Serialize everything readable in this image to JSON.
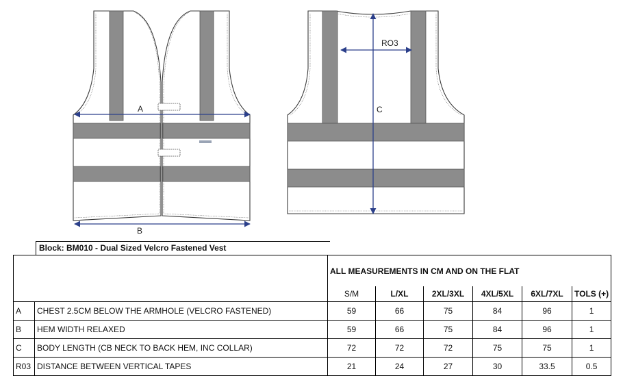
{
  "diagram": {
    "labels": {
      "a": "A",
      "b": "B",
      "c": "C",
      "ro3": "RO3"
    }
  },
  "block_title": "Block: BM010 - Dual Sized Velcro Fastened Vest",
  "table": {
    "header_note": "ALL MEASUREMENTS IN CM AND ON THE FLAT",
    "columns": [
      "S/M",
      "L/XL",
      "2XL/3XL",
      "4XL/5XL",
      "6XL/7XL",
      "TOLS (+)"
    ],
    "rows": [
      {
        "code": "A",
        "desc": "CHEST 2.5CM BELOW THE ARMHOLE (VELCRO FASTENED)",
        "values": [
          "59",
          "66",
          "75",
          "84",
          "96",
          "1"
        ]
      },
      {
        "code": "B",
        "desc": "HEM WIDTH RELAXED",
        "values": [
          "59",
          "66",
          "75",
          "84",
          "96",
          "1"
        ]
      },
      {
        "code": "C",
        "desc": "BODY LENGTH (CB NECK TO BACK HEM, INC COLLAR)",
        "values": [
          "72",
          "72",
          "72",
          "75",
          "75",
          "1"
        ]
      },
      {
        "code": "R03",
        "desc": "DISTANCE BETWEEN VERTICAL TAPES",
        "values": [
          "21",
          "24",
          "27",
          "30",
          "33.5",
          "0.5"
        ]
      }
    ]
  }
}
